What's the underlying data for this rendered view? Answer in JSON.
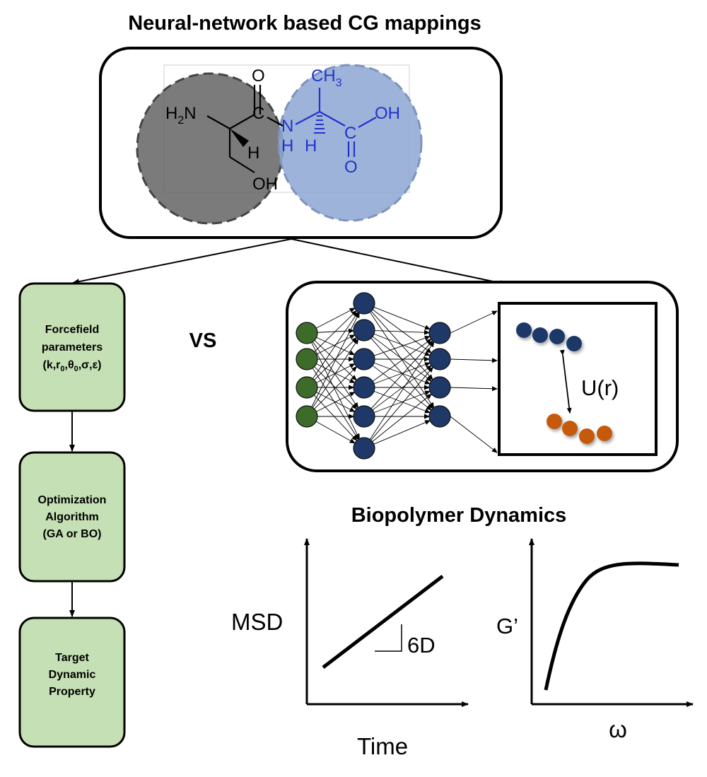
{
  "title": "Neural-network based CG mappings",
  "molecule": {
    "labels": {
      "h2n": "H",
      "h2n_sub": "2",
      "h2n_n": "N",
      "o_top": "O",
      "c_carbonyl": "C",
      "h_wedge": "H",
      "oh_bottom": "OH",
      "n_amide": "N",
      "h_amide": "H",
      "ch3": "CH",
      "ch3_sub": "3",
      "h_hash": "H",
      "c_acid": "C",
      "oh_acid": "OH",
      "o_acid": "O"
    }
  },
  "left_flow": {
    "box1_lines": [
      "Forcefield",
      "parameters"
    ],
    "box1_params": {
      "p1": "(k,r",
      "s1": "0",
      "p2": ",θ",
      "s2": "0",
      "p3": ",σ,ε)"
    },
    "box2_lines": [
      "Optimization",
      "Algorithm",
      "(GA or BO)"
    ],
    "box3_lines": [
      "Target",
      "Dynamic",
      "Property"
    ]
  },
  "vs_label": "VS",
  "potential_label": "U(r)",
  "dynamics": {
    "title": "Biopolymer Dynamics",
    "msd_plot": {
      "ylabel": "MSD",
      "xlabel": "Time",
      "slope_label": "6D"
    },
    "modulus_plot": {
      "ylabel": "G’",
      "xlabel": "ω"
    }
  },
  "colors": {
    "green_box": "#c5e0b4",
    "gray_bead": "#5e5e5e",
    "blue_bead": "#8fa9d4",
    "molecule_blue": "#2233cc",
    "nn_input": "#3d6b2a",
    "nn_hidden": "#1e3868",
    "orange_bead": "#c55a11"
  }
}
